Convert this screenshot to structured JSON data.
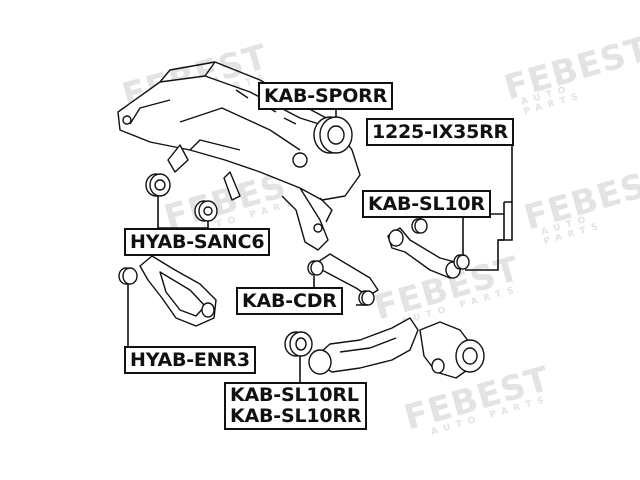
{
  "watermark": {
    "brand": "FEBEST",
    "subtitle": "AUTO PARTS"
  },
  "labels": {
    "kab_sporr": "KAB-SPORR",
    "ix35rr": "1225-IX35RR",
    "kab_sl10r": "KAB-SL10R",
    "hyab_sanc6": "HYAB-SANC6",
    "kab_cdr": "KAB-CDR",
    "hyab_enr3": "HYAB-ENR3",
    "kab_sl10rl": "KAB-SL10RL",
    "kab_sl10rr": "KAB-SL10RR"
  },
  "colors": {
    "line": "#111111",
    "watermark": "#e3e3e3",
    "part_fill": "#ffffff"
  }
}
